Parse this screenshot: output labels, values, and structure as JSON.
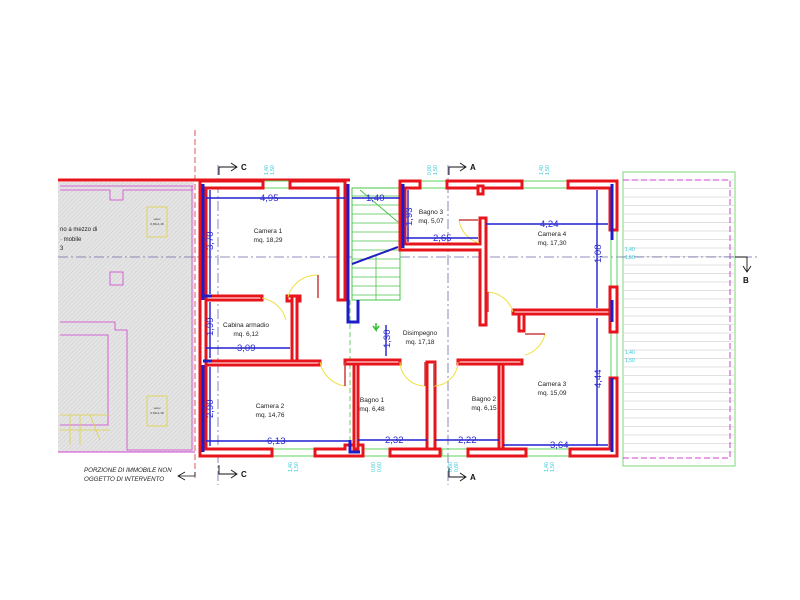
{
  "rooms": [
    {
      "name": "Camera 1",
      "area": "mq. 18,29"
    },
    {
      "name": "Cabina armadio",
      "area": "mq. 6,12"
    },
    {
      "name": "Camera 2",
      "area": "mq. 14,76"
    },
    {
      "name": "Bagno 1",
      "area": "mq. 6,48"
    },
    {
      "name": "Disimpegno",
      "area": "mq. 17,18"
    },
    {
      "name": "Bagno 3",
      "area": "mq. 5,07"
    },
    {
      "name": "Camera 4",
      "area": "mq. 17,30"
    },
    {
      "name": "Bagno 2",
      "area": "mq. 6,15"
    },
    {
      "name": "Camera 3",
      "area": "mq. 15,09"
    }
  ],
  "dimensions": [
    "4,95",
    "1,40",
    "3,70",
    "1,93",
    "2,65",
    "4,24",
    "1,08",
    "1,99",
    "3,09",
    "1,30",
    "2,90",
    "6,13",
    "2,32",
    "2,22",
    "3,64",
    "4,44"
  ],
  "windows": [
    {
      "w": "1,40",
      "h": "1,50"
    },
    {
      "w": "0,80",
      "h": "1,50"
    },
    {
      "w": "1,40",
      "h": "1,50"
    },
    {
      "w": "1,40",
      "h": "1,50"
    },
    {
      "w": "1,40",
      "h": "1,50"
    },
    {
      "w": "1,40",
      "h": "1,50"
    },
    {
      "w": "0,80",
      "h": "0,60"
    },
    {
      "w": "0,80",
      "h": "0,80"
    },
    {
      "w": "1,40",
      "h": "1,50"
    }
  ],
  "sections": {
    "c_top": "C",
    "a_top": "A",
    "b_right": "B",
    "c_bottom": "C",
    "a_bottom": "A"
  },
  "left_area": {
    "partial_line1": "no a mezzo di",
    "partial_line2": "· mobile",
    "partial_line3": "3",
    "velux_label": "velux",
    "velux_size": "0,66x1,18",
    "note_line1": "PORZIONE DI IMMOBILE NON",
    "note_line2": "OGGETTO DI INTERVENTO"
  }
}
